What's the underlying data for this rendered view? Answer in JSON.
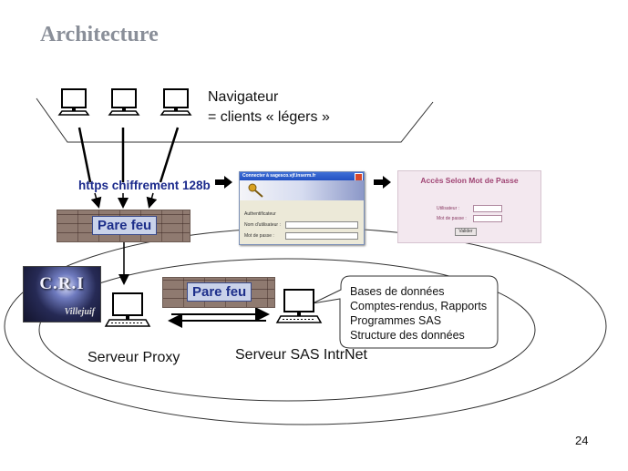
{
  "title": "Architecture",
  "navigator": {
    "line1": "Navigateur",
    "line2": "= clients « légers »"
  },
  "encryption_label": "https chiffrement 128b",
  "firewall_label": "Pare feu",
  "cri_logo": {
    "title": "C.R.I",
    "subtitle": "Villejuif"
  },
  "servers": {
    "proxy": "Serveur Proxy",
    "sas": "Serveur SAS IntrNet"
  },
  "bubble": {
    "line1": "Bases de données",
    "line2": "Comptes-rendus, Rapports",
    "line3": "Programmes SAS",
    "line4": "Structure des données"
  },
  "login_dialog": {
    "title": "Connecter à sagesco.vjf.inserm.fr",
    "section": "Authentificateur",
    "user_label": "Nom d'utilisateur :",
    "password_label": "Mot de passe :"
  },
  "password_page": {
    "title": "Accès Selon Mot de Passe",
    "user_label": "Utilisateur :",
    "password_label": "Mot de passe :",
    "button": "Valider"
  },
  "page_number": "24"
}
